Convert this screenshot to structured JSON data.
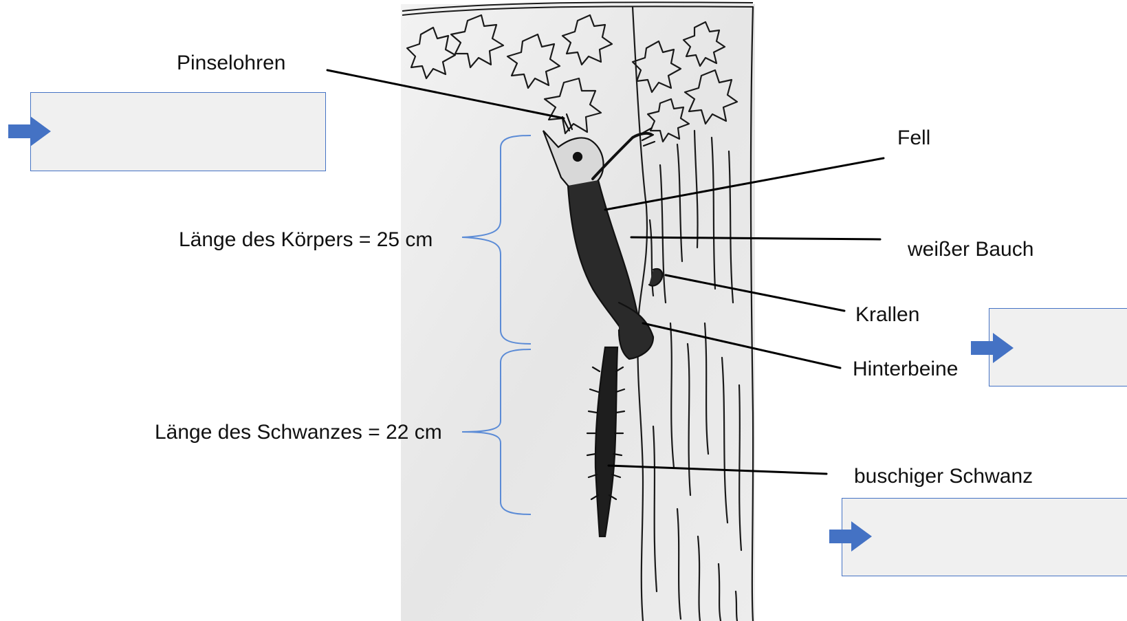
{
  "labels": {
    "ear_tufts": "Pinselohren",
    "fur": "Fell",
    "white_belly": "weißer Bauch",
    "claws": "Krallen",
    "hind_legs": "Hinterbeine",
    "bushy_tail": "buschiger Schwanz",
    "body_length": "Länge des Körpers = 25 cm",
    "tail_length": "Länge des Schwanzes = 22 cm"
  },
  "answer_boxes": [
    {
      "name": "answer-box-left",
      "value": ""
    },
    {
      "name": "answer-box-right-middle",
      "value": ""
    },
    {
      "name": "answer-box-right-bottom",
      "value": ""
    }
  ],
  "colors": {
    "accent": "#4472c4",
    "box_fill": "#f0f0f0",
    "brace": "#5b8bd6",
    "ink": "#111111",
    "paper": "#eeeeee"
  },
  "icons": {
    "arrow": "arrow-right-icon"
  }
}
